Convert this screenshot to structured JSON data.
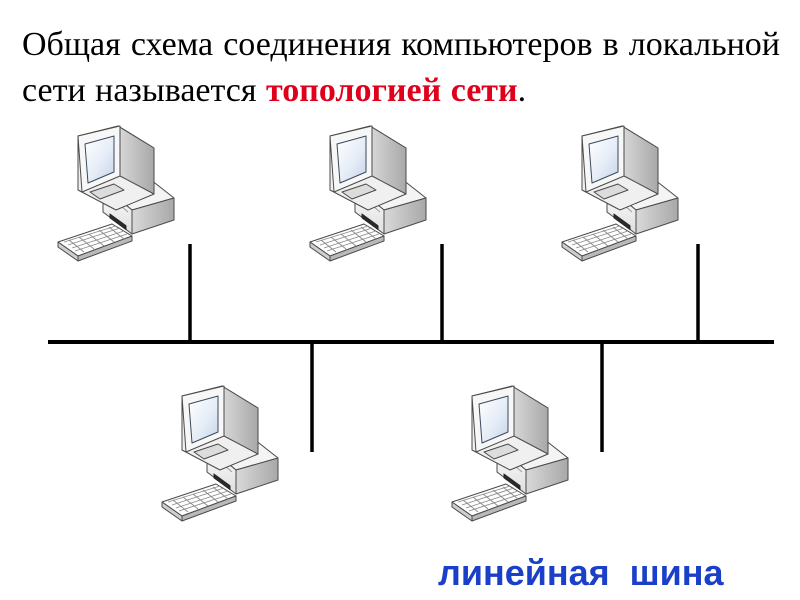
{
  "heading": {
    "text_part1": "Общая схема соединения компьютеров в локальной сети называется ",
    "text_highlight": "топологией сети",
    "text_end": "."
  },
  "caption": "линейная шина",
  "colors": {
    "highlight": "#e0001b",
    "caption": "#1a3fc8",
    "cable": "#000000"
  },
  "diagram": {
    "topology": "bus",
    "nodes": [
      {
        "id": "pc-1",
        "row": "top",
        "icon": "desktop-computer-icon"
      },
      {
        "id": "pc-2",
        "row": "top",
        "icon": "desktop-computer-icon"
      },
      {
        "id": "pc-3",
        "row": "top",
        "icon": "desktop-computer-icon"
      },
      {
        "id": "pc-4",
        "row": "bottom",
        "icon": "desktop-computer-icon"
      },
      {
        "id": "pc-5",
        "row": "bottom",
        "icon": "desktop-computer-icon"
      }
    ]
  }
}
